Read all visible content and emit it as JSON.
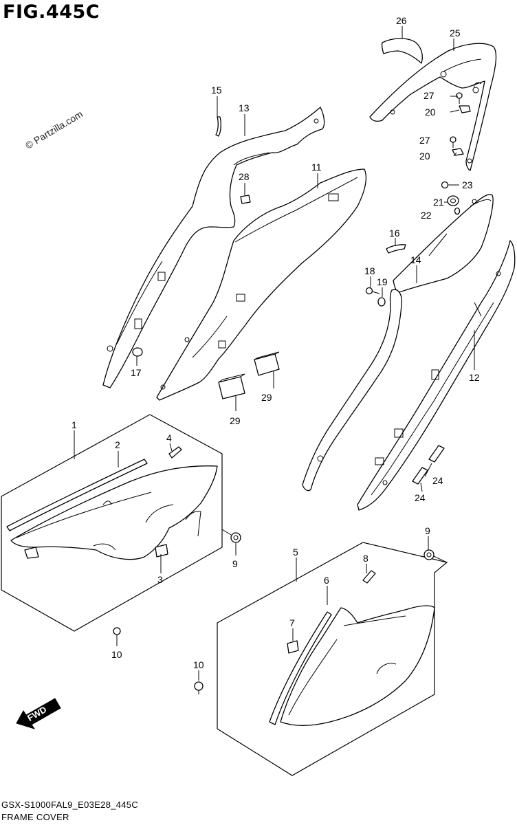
{
  "figure": {
    "title": "FIG.445C",
    "watermark": "© Partzilla.com",
    "model_code": "GSX-S1000FAL9_E03E28_445C",
    "caption": "FRAME COVER",
    "fwd_label": "FWD"
  },
  "callouts": [
    {
      "id": "c1",
      "label": "1"
    },
    {
      "id": "c2",
      "label": "2"
    },
    {
      "id": "c3",
      "label": "3"
    },
    {
      "id": "c4",
      "label": "4"
    },
    {
      "id": "c5",
      "label": "5"
    },
    {
      "id": "c6",
      "label": "6"
    },
    {
      "id": "c7",
      "label": "7"
    },
    {
      "id": "c8",
      "label": "8"
    },
    {
      "id": "c9a",
      "label": "9"
    },
    {
      "id": "c9b",
      "label": "9"
    },
    {
      "id": "c10a",
      "label": "10"
    },
    {
      "id": "c10b",
      "label": "10"
    },
    {
      "id": "c11",
      "label": "11"
    },
    {
      "id": "c12",
      "label": "12"
    },
    {
      "id": "c13",
      "label": "13"
    },
    {
      "id": "c14",
      "label": "14"
    },
    {
      "id": "c15",
      "label": "15"
    },
    {
      "id": "c16",
      "label": "16"
    },
    {
      "id": "c17",
      "label": "17"
    },
    {
      "id": "c18",
      "label": "18"
    },
    {
      "id": "c19",
      "label": "19"
    },
    {
      "id": "c20a",
      "label": "20"
    },
    {
      "id": "c20b",
      "label": "20"
    },
    {
      "id": "c21",
      "label": "21"
    },
    {
      "id": "c22",
      "label": "22"
    },
    {
      "id": "c23",
      "label": "23"
    },
    {
      "id": "c24a",
      "label": "24"
    },
    {
      "id": "c24b",
      "label": "24"
    },
    {
      "id": "c25",
      "label": "25"
    },
    {
      "id": "c26",
      "label": "26"
    },
    {
      "id": "c27a",
      "label": "27"
    },
    {
      "id": "c27b",
      "label": "27"
    },
    {
      "id": "c28",
      "label": "28"
    },
    {
      "id": "c29a",
      "label": "29"
    },
    {
      "id": "c29b",
      "label": "29"
    }
  ]
}
